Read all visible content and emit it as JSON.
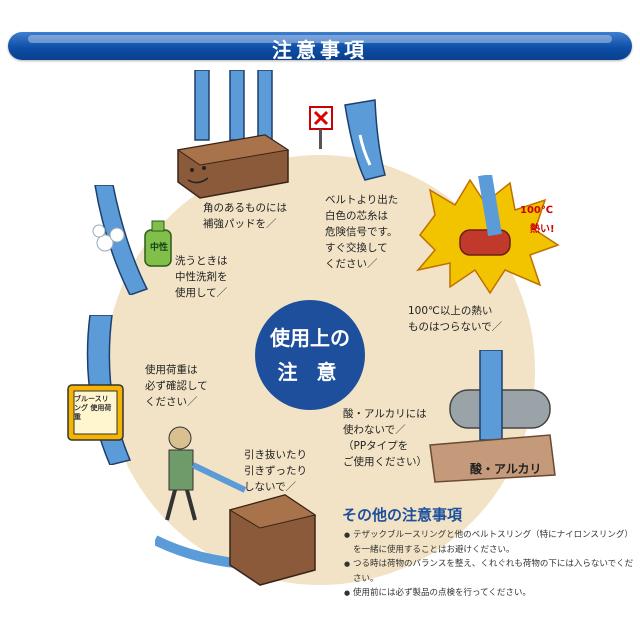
{
  "header": {
    "title": "注意事項"
  },
  "center": {
    "line1": "使用上の",
    "line2": "注 意"
  },
  "captions": {
    "corner": "角のあるものには\n補強パッドを／",
    "belt": "ベルトより出た\n白色の芯糸は\n危険信号です。\nすぐ交換して\nください／",
    "heat": "100℃以上の熱い\nものはつらないで／",
    "acid": "酸・アルカリには\n使わないで／\n（PPタイプを\nご使用ください）",
    "drag": "引き抜いたり\n引きずったり\nしないで／",
    "load": "使用荷重は\n必ず確認して\nください／",
    "wash": "洗うときは\n中性洗剤を\n使用して／"
  },
  "stamps": {
    "hot": "100℃",
    "hot2": "熱い!",
    "acid_tank": "酸・アルカリ",
    "detergent": "中性",
    "tag": "ブルースリング 使用荷重"
  },
  "other": {
    "title": "その他の注意事項",
    "notes": [
      "テザックブルースリングと他のベルトスリング（特にナイロンスリング）を一緒に使用することはお避けください。",
      "つる時は荷物のバランスを整え、くれぐれも荷物の下には入らないでください。",
      "使用前には必ず製品の点検を行ってください。"
    ]
  },
  "colors": {
    "banner": "#0e4fa8",
    "circle": "#f2e3c6",
    "center": "#1d4f9c",
    "sling": "#5b9bd8",
    "box": "#8a5a3a",
    "fire": "#f2c400"
  }
}
